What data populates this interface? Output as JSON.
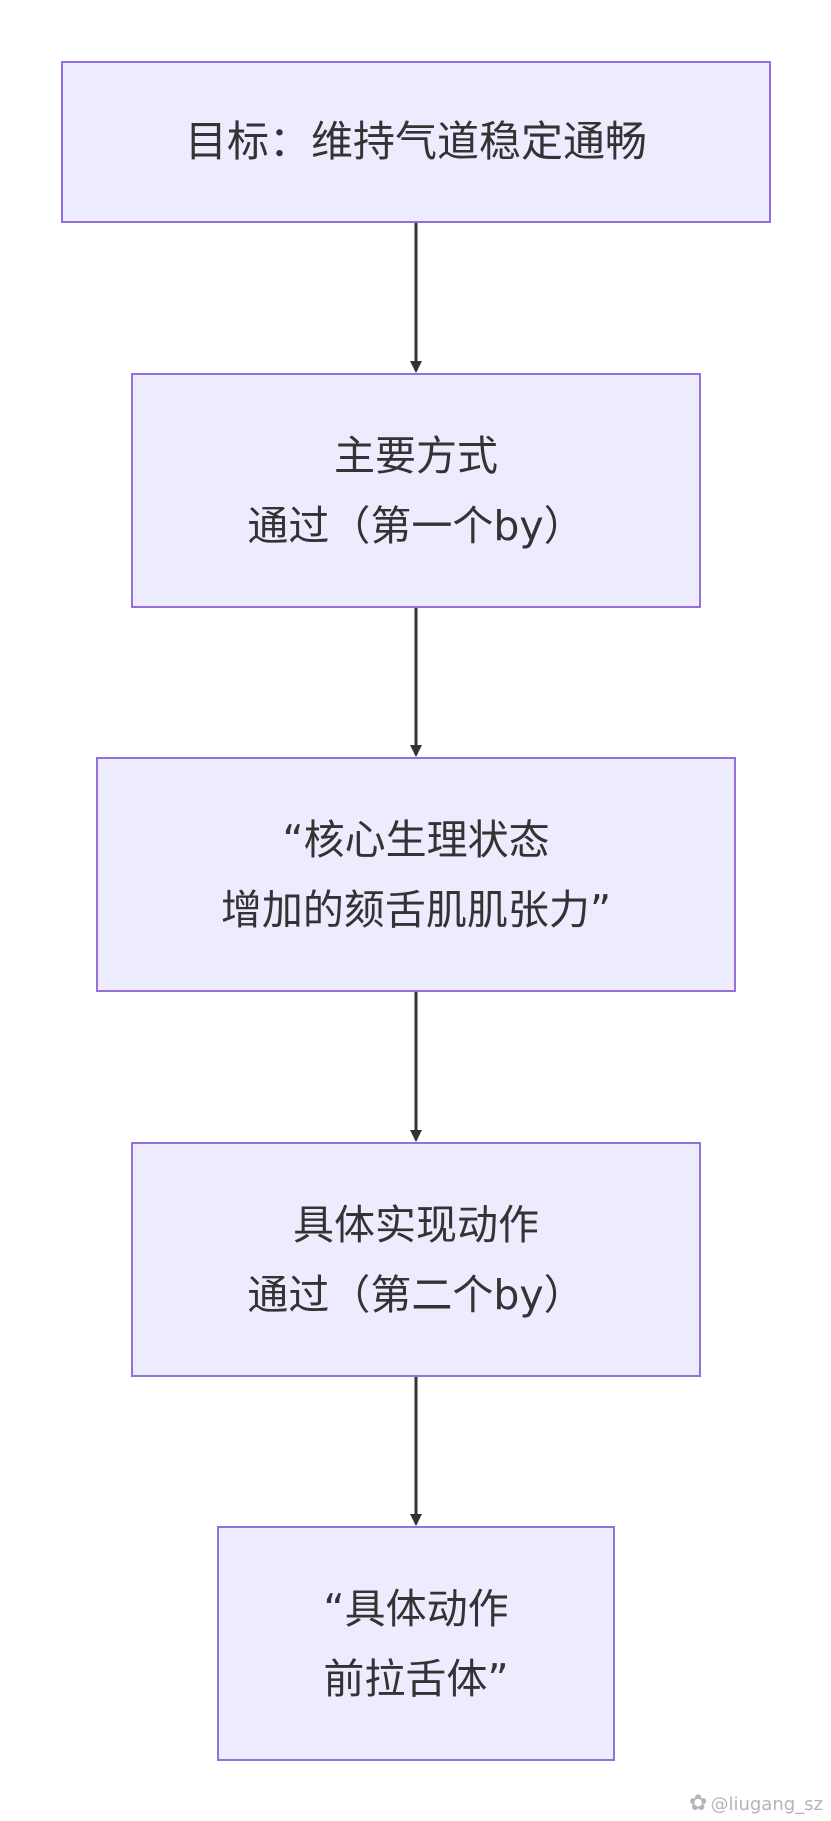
{
  "nodes": [
    {
      "id": "n1",
      "lines": [
        "目标：维持气道稳定通畅"
      ]
    },
    {
      "id": "n2",
      "lines": [
        "主要方式",
        "通过（第一个by）"
      ]
    },
    {
      "id": "n3",
      "lines": [
        "“核心生理状态",
        "增加的颏舌肌肌张力”"
      ]
    },
    {
      "id": "n4",
      "lines": [
        "具体实现动作",
        "通过（第二个by）"
      ]
    },
    {
      "id": "n5",
      "lines": [
        "“具体动作",
        "前拉舌体”"
      ]
    }
  ],
  "edges": [
    {
      "from": "n1",
      "to": "n2"
    },
    {
      "from": "n2",
      "to": "n3"
    },
    {
      "from": "n3",
      "to": "n4"
    },
    {
      "from": "n4",
      "to": "n5"
    }
  ],
  "colors": {
    "node_fill": "#ececfe",
    "node_border": "#9370db",
    "text": "#333333",
    "edge": "#333333",
    "watermark": "#b5b5b5"
  },
  "watermark": {
    "icon": "weibo-logo-icon",
    "text": "@liugang_sz"
  }
}
